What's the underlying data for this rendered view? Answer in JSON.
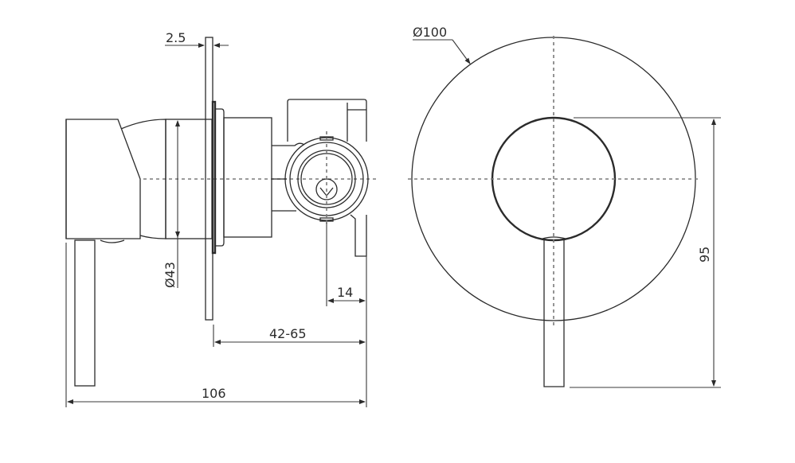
{
  "drawing": {
    "type": "technical-drawing",
    "subject": "wall-mounted shower mixer with round cover plate and pin lever handle",
    "views": [
      {
        "name": "side-view",
        "dimensions": {
          "plate_thickness": "2.5",
          "body_diameter": "Ø43",
          "cartridge_offset": "14",
          "wall_depth_range": "42-65",
          "overall_depth": "106"
        }
      },
      {
        "name": "front-view",
        "dimensions": {
          "plate_diameter": "Ø100",
          "handle_height": "95"
        }
      }
    ],
    "line_color": "#2b2b2b",
    "centerline_color": "#7a7a7a",
    "background": "#ffffff"
  }
}
